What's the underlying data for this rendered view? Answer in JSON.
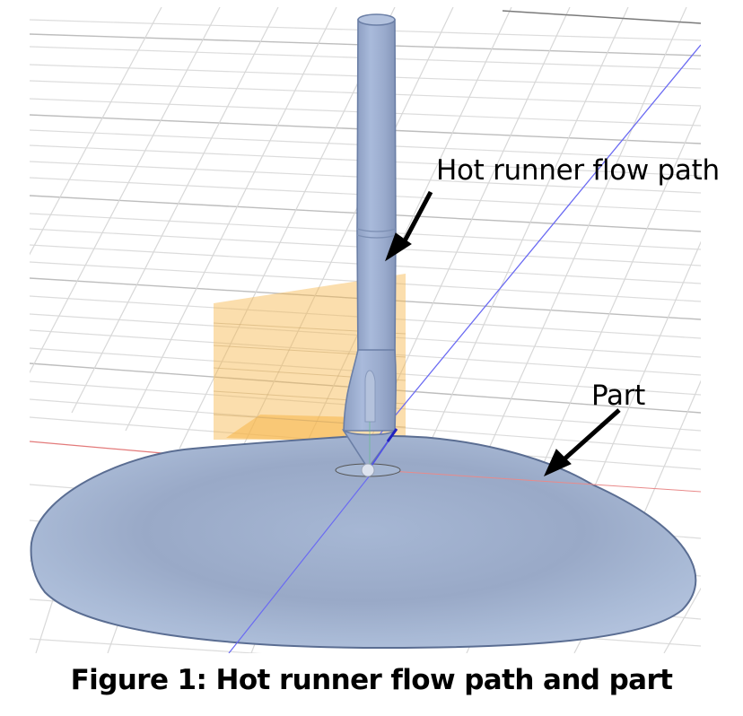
{
  "figure": {
    "caption": "Figure 1: Hot runner flow path and part",
    "labels": {
      "hot_runner": "Hot runner flow path",
      "part": "Part"
    },
    "colors": {
      "background": "#ffffff",
      "grid_line": "#d4d4d4",
      "grid_major": "#b8b8b8",
      "part_fill": "#a5b6d2",
      "part_edge": "#5a6d92",
      "runner_fill": "#9fb0ce",
      "runner_edge": "#6b7fa6",
      "plane_fill": "#f7b649",
      "x_axis": "#e06060",
      "y_axis": "#5b5bf0",
      "z_axis": "#5fbf7f",
      "arrow": "#000000"
    },
    "elements": [
      "grid-plane",
      "hot-runner-cylinder",
      "nozzle-tip",
      "gate-point",
      "part-disc",
      "orange-sketch-plane",
      "x-axis-line",
      "y-axis-line"
    ]
  }
}
